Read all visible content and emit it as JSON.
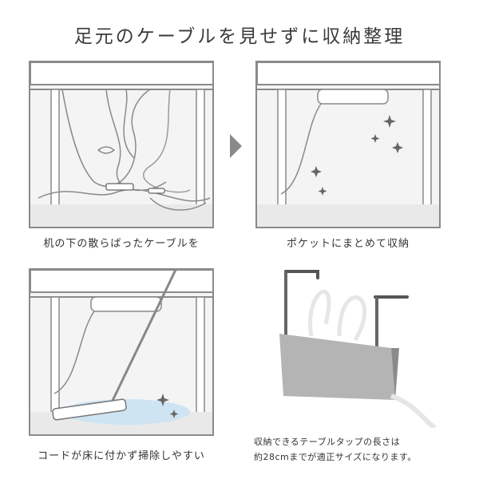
{
  "title": "足元のケーブルを見せずに収納整理",
  "captions": {
    "step1": "机の下の散らばったケーブルを",
    "step2": "ポケットにまとめて収納",
    "step3": "コードが床に付かず掃除しやすい"
  },
  "product_note": {
    "line1": "収納できるテーブルタップの長さは",
    "line2": "約28cmまでが適正サイズになります。"
  },
  "colors": {
    "frame": "#8a8a8a",
    "panel_bg": "#f4f4f4",
    "pocket": "#a9a9a9",
    "water": "#cfe4f3"
  },
  "icons": [
    "arrow-right-icon",
    "sparkle-icon"
  ]
}
